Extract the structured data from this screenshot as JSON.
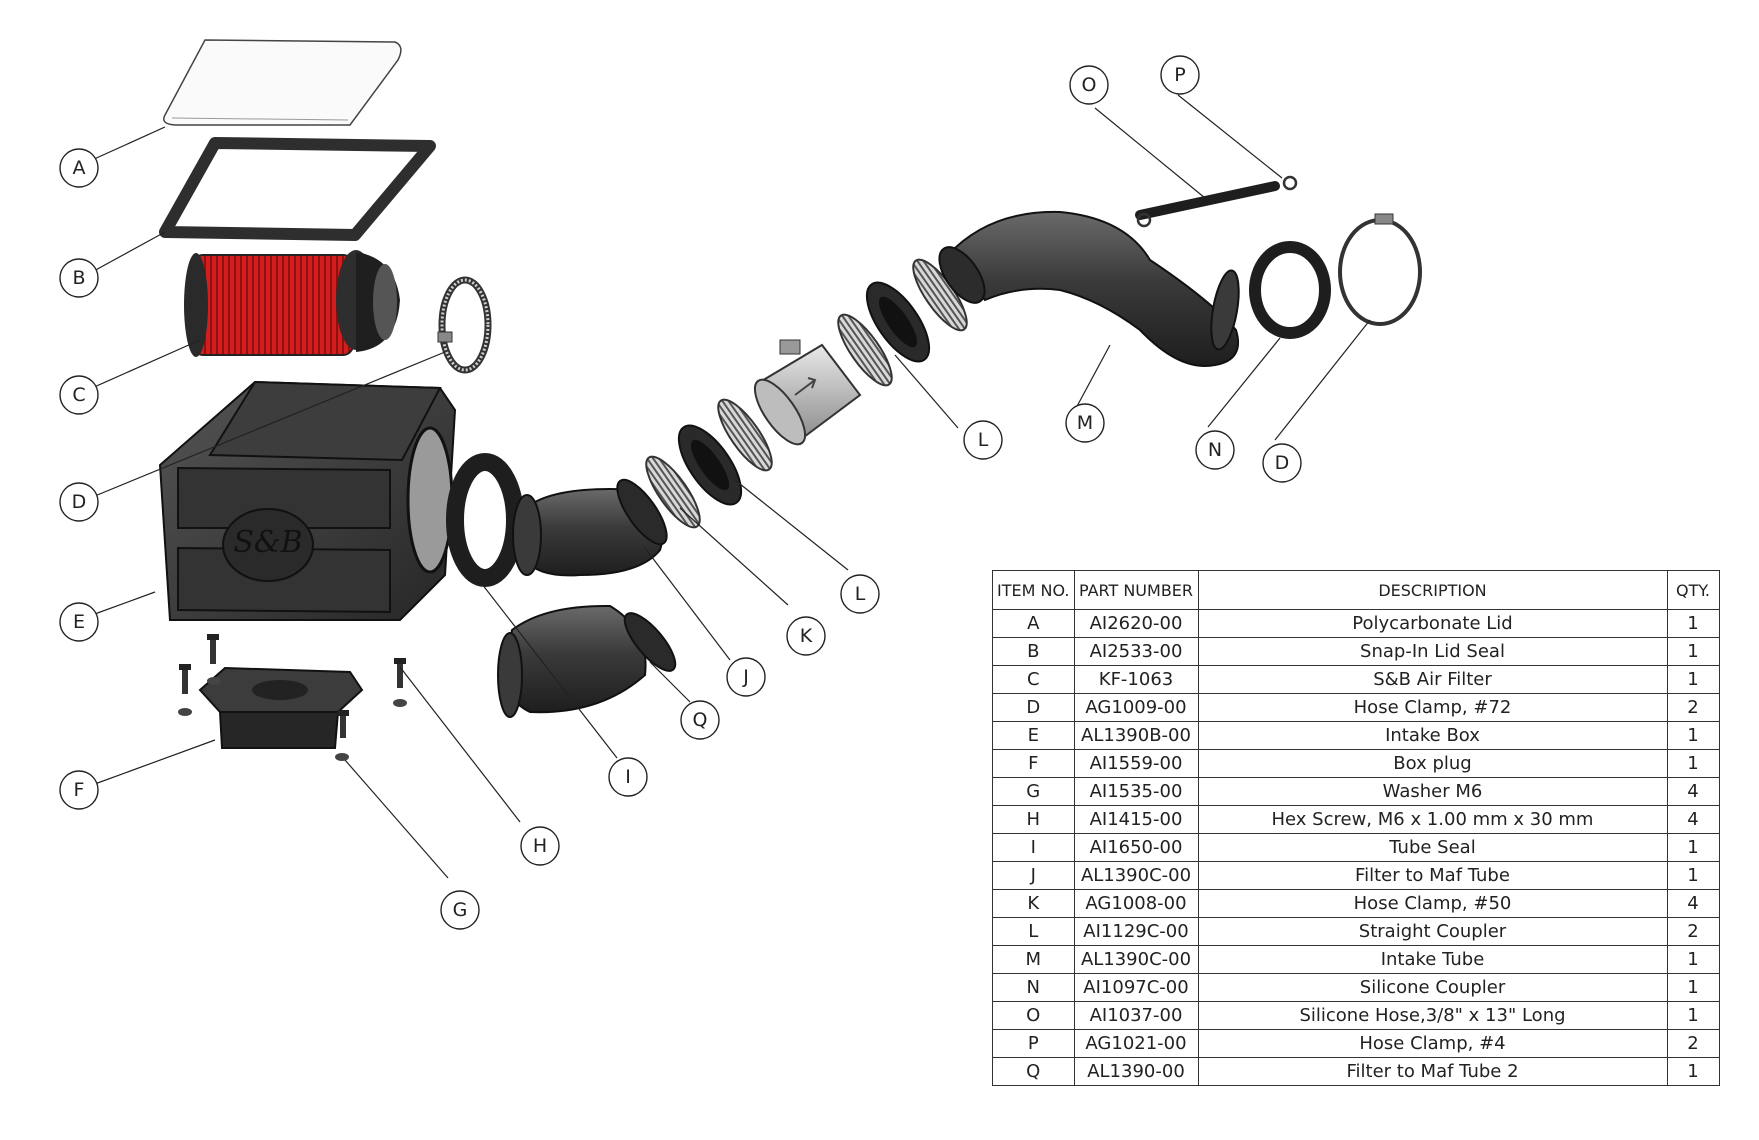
{
  "colors": {
    "part_dark": "#333333",
    "part_mid": "#4a4a4a",
    "filter_red": "#d41e1e",
    "clamp_silver": "#c9c9c9",
    "line": "#222222"
  },
  "callouts": {
    "A": "A",
    "B": "B",
    "C": "C",
    "D1": "D",
    "D2": "D",
    "E": "E",
    "F": "F",
    "G": "G",
    "H": "H",
    "I": "I",
    "J": "J",
    "K": "K",
    "L1": "L",
    "L2": "L",
    "M": "M",
    "N": "N",
    "O": "O",
    "P": "P",
    "Q": "Q"
  },
  "logo_text": "S&B",
  "bom": {
    "headers": {
      "item": "ITEM NO.",
      "part": "PART NUMBER",
      "desc": "DESCRIPTION",
      "qty": "QTY."
    },
    "rows": [
      {
        "item": "A",
        "part": "AI2620-00",
        "desc": "Polycarbonate Lid",
        "qty": "1"
      },
      {
        "item": "B",
        "part": "AI2533-00",
        "desc": "Snap-In Lid Seal",
        "qty": "1"
      },
      {
        "item": "C",
        "part": "KF-1063",
        "desc": "S&B Air Filter",
        "qty": "1"
      },
      {
        "item": "D",
        "part": "AG1009-00",
        "desc": "Hose Clamp, #72",
        "qty": "2"
      },
      {
        "item": "E",
        "part": "AL1390B-00",
        "desc": "Intake Box",
        "qty": "1"
      },
      {
        "item": "F",
        "part": "AI1559-00",
        "desc": "Box plug",
        "qty": "1"
      },
      {
        "item": "G",
        "part": "AI1535-00",
        "desc": "Washer M6",
        "qty": "4"
      },
      {
        "item": "H",
        "part": "AI1415-00",
        "desc": "Hex Screw, M6 x 1.00 mm x 30 mm",
        "qty": "4"
      },
      {
        "item": "I",
        "part": "AI1650-00",
        "desc": "Tube Seal",
        "qty": "1"
      },
      {
        "item": "J",
        "part": "AL1390C-00",
        "desc": "Filter to Maf Tube",
        "qty": "1"
      },
      {
        "item": "K",
        "part": "AG1008-00",
        "desc": "Hose Clamp, #50",
        "qty": "4"
      },
      {
        "item": "L",
        "part": "AI1129C-00",
        "desc": "Straight Coupler",
        "qty": "2"
      },
      {
        "item": "M",
        "part": "AL1390C-00",
        "desc": "Intake Tube",
        "qty": "1"
      },
      {
        "item": "N",
        "part": "AI1097C-00",
        "desc": "Silicone Coupler",
        "qty": "1"
      },
      {
        "item": "O",
        "part": "AI1037-00",
        "desc": "Silicone Hose,3/8\" x 13\" Long",
        "qty": "1"
      },
      {
        "item": "P",
        "part": "AG1021-00",
        "desc": "Hose Clamp, #4",
        "qty": "2"
      },
      {
        "item": "Q",
        "part": "AL1390-00",
        "desc": "Filter to Maf Tube 2",
        "qty": "1"
      }
    ]
  }
}
